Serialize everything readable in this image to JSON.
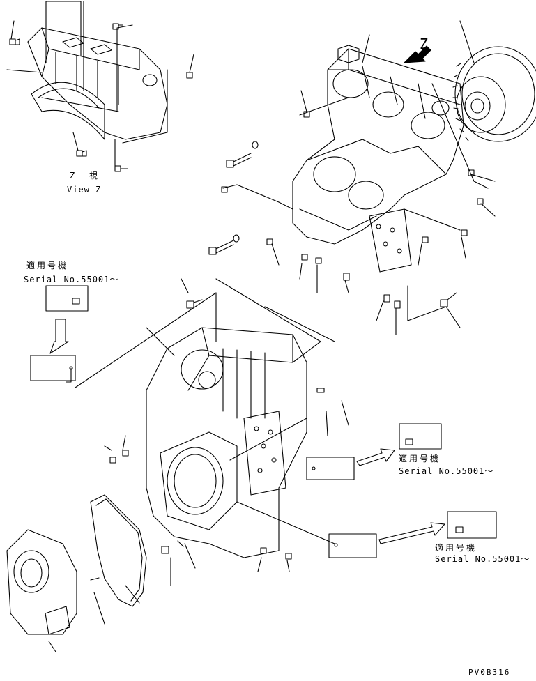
{
  "view_z": {
    "jp_letter": "Z",
    "jp_word": "視",
    "en": "View Z"
  },
  "z_arrow_label": "Z",
  "callouts": [
    {
      "jp": "適用号機",
      "en": "Serial No.55001～"
    },
    {
      "jp": "適用号機",
      "en": "Serial No.55001～"
    },
    {
      "jp": "適用号機",
      "en": "Serial No.55001～"
    }
  ],
  "drawing_code": "PV0B316"
}
